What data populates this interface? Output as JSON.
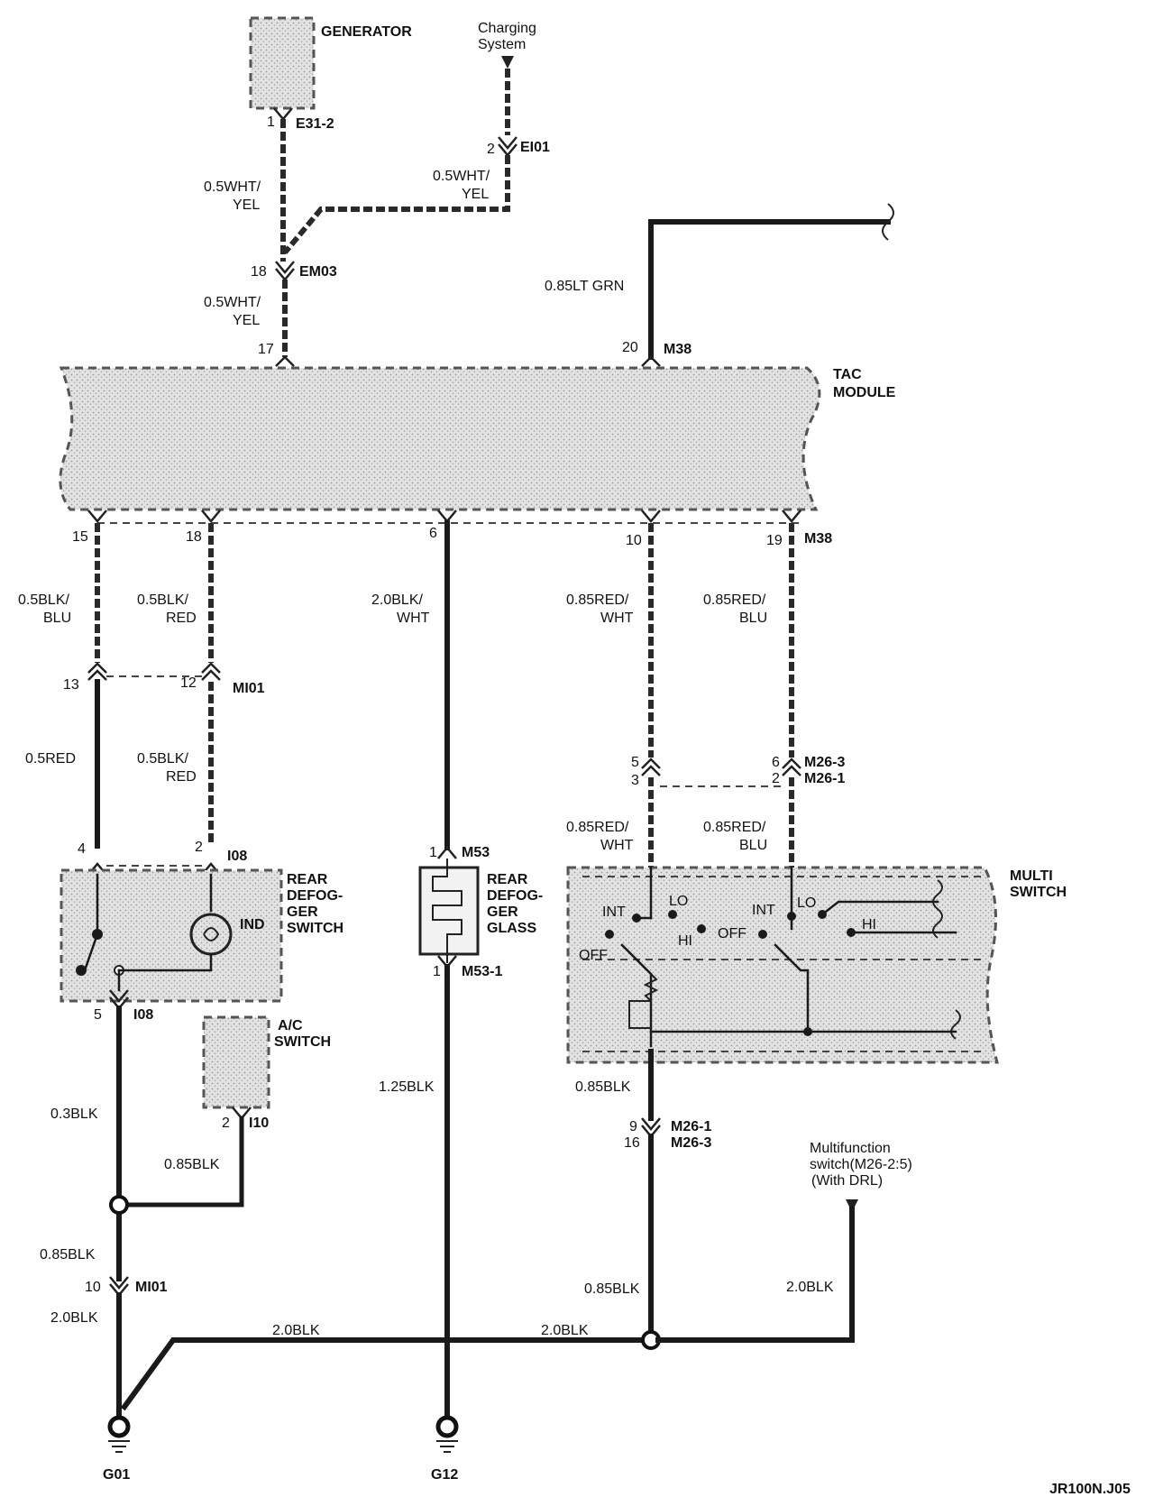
{
  "components": {
    "generator": "GENERATOR",
    "charging_system": [
      "Charging",
      "System"
    ],
    "tac_module": [
      "TAC",
      "MODULE"
    ],
    "rear_defogger_switch": [
      "REAR",
      "DEFOG-",
      "GER",
      "SWITCH"
    ],
    "ind": "IND",
    "ac_switch": [
      "A/C",
      "SWITCH"
    ],
    "rear_defogger_glass": [
      "REAR",
      "DEFOG-",
      "GER",
      "GLASS"
    ],
    "multi_switch": [
      "MULTI",
      "SWITCH"
    ],
    "multifunction_switch": [
      "Multifunction",
      "switch(M26-2:5)",
      "(With DRL)"
    ],
    "switch_positions": {
      "int": "INT",
      "lo": "LO",
      "hi": "HI",
      "off": "OFF"
    }
  },
  "connectors": {
    "e31_2": "E31-2",
    "ei01": "EI01",
    "em03": "EM03",
    "m38": "M38",
    "mi01": "MI01",
    "i08": "I08",
    "i10": "I10",
    "m53": "M53",
    "m53_1": "M53-1",
    "m26_3": "M26-3",
    "m26_1": "M26-1"
  },
  "pins": {
    "p1": "1",
    "p2": "2",
    "p18": "18",
    "p17": "17",
    "p20": "20",
    "p15": "15",
    "p18b": "18",
    "p6": "6",
    "p10": "10",
    "p19": "19",
    "p13": "13",
    "p12": "12",
    "p5a": "5",
    "p3": "3",
    "p6b": "6",
    "p2b": "2",
    "p4": "4",
    "p2c": "2",
    "p1b": "1",
    "p1c": "1",
    "p5b": "5",
    "p2d": "2",
    "p9": "9",
    "p16": "16",
    "p10b": "10"
  },
  "wires": {
    "gen_wht_yel": [
      "0.5WHT/",
      "YEL"
    ],
    "chg_wht_yel": [
      "0.5WHT/",
      "YEL"
    ],
    "em03_wht_yel": [
      "0.5WHT/",
      "YEL"
    ],
    "lt_grn": "0.85LT GRN",
    "blk_blu": [
      "0.5BLK/",
      "BLU"
    ],
    "blk_red_1": [
      "0.5BLK/",
      "RED"
    ],
    "blk_wht": [
      "2.0BLK/",
      "WHT"
    ],
    "red_wht_1": [
      "0.85RED/",
      "WHT"
    ],
    "red_blu_1": [
      "0.85RED/",
      "BLU"
    ],
    "red_05": "0.5RED",
    "blk_red_2": [
      "0.5BLK/",
      "RED"
    ],
    "red_wht_2": [
      "0.85RED/",
      "WHT"
    ],
    "red_blu_2": [
      "0.85RED/",
      "BLU"
    ],
    "blk_03": "0.3BLK",
    "blk_085_ac": "0.85BLK",
    "blk_125": "1.25BLK",
    "blk_085_ms": "0.85BLK",
    "blk_085_g01": "0.85BLK",
    "blk_20_g01": "2.0BLK",
    "blk_20_mid1": "2.0BLK",
    "blk_20_mid2": "2.0BLK",
    "blk_085_m26": "0.85BLK",
    "blk_20_mf": "2.0BLK"
  },
  "grounds": {
    "g01": "G01",
    "g12": "G12"
  },
  "footer": {
    "code": "JR100N.J05"
  }
}
